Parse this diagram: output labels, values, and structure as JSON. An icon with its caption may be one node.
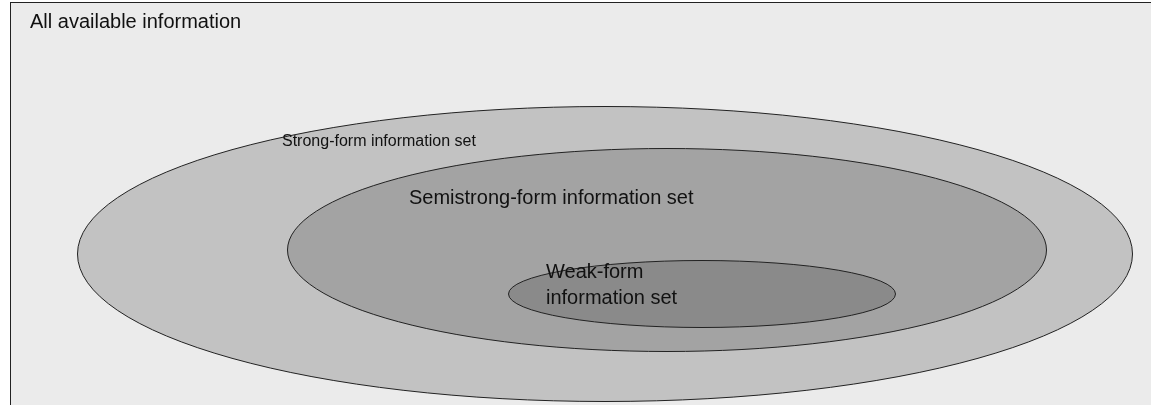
{
  "diagram": {
    "nodes": [
      {
        "text": [
          "All available information"
        ]
      },
      {
        "text": [
          "Strong-form information set"
        ],
        "in": 0
      },
      {
        "text": [
          "Semistrong-form information set"
        ],
        "in": 1
      },
      {
        "text": [
          "Weak-form information set"
        ],
        "in": 2
      }
    ]
  }
}
